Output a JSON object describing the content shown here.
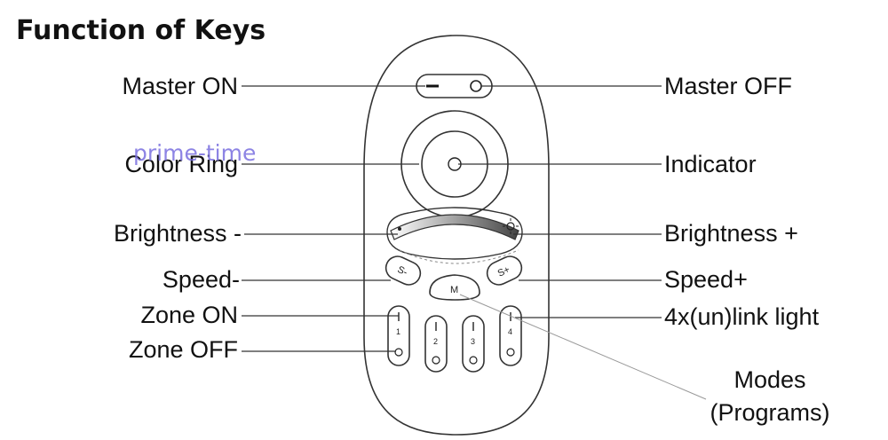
{
  "title": "Function of Keys",
  "watermark": "prime-time",
  "labels": {
    "master_on": "Master ON",
    "master_off": "Master OFF",
    "color_ring": "Color Ring",
    "indicator": "Indicator",
    "brightness_minus": "Brightness -",
    "brightness_plus": "Brightness +",
    "speed_minus": "Speed-",
    "speed_plus": "Speed+",
    "zone_on": "Zone ON",
    "zone_off": "Zone OFF",
    "link_light": "4x(un)link light",
    "modes_line1": "Modes",
    "modes_line2": "(Programs)"
  },
  "remote": {
    "speed_minus_btn": "S-",
    "speed_plus_btn": "S+",
    "mode_btn": "M",
    "zone_numbers": [
      "1",
      "2",
      "3",
      "4"
    ]
  },
  "colors": {
    "watermark": "#7a6fe0",
    "outline": "#333333"
  }
}
